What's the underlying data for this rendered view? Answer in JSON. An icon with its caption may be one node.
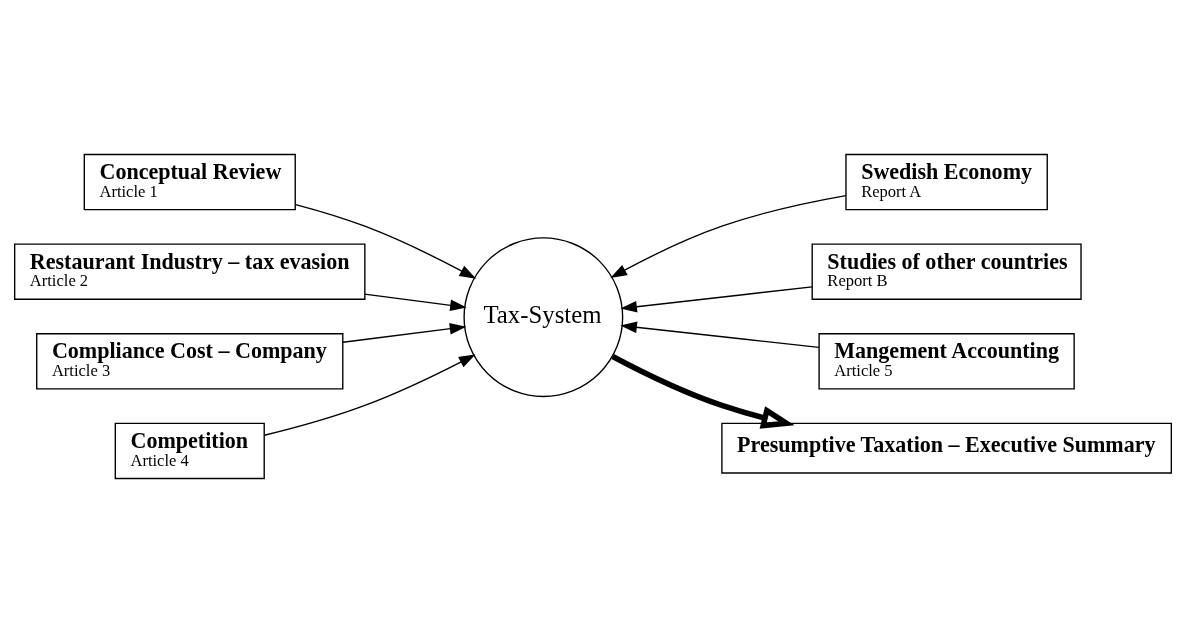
{
  "diagram": {
    "nodes": [
      {
        "text": [
          "Conceptual Review",
          "Article 1"
        ]
      },
      {
        "text": [
          "Restaurant Industry – tax evasion",
          "Article 2"
        ]
      },
      {
        "text": [
          "Compliance Cost – Company",
          "Article 3"
        ]
      },
      {
        "text": [
          "Competition",
          "Article 4"
        ]
      },
      {
        "text": [
          "Tax-System"
        ]
      },
      {
        "text": [
          "Swedish Economy",
          "Report A"
        ]
      },
      {
        "text": [
          "Studies of other countries",
          "Report B"
        ]
      },
      {
        "text": [
          "Mangement Accounting",
          "Article 5"
        ]
      },
      {
        "text": [
          "Presumptive Taxation – Executive Summary"
        ]
      }
    ],
    "edges": [
      {
        "from": 0,
        "to": 4,
        "arrow": "to"
      },
      {
        "from": 1,
        "to": 4,
        "arrow": "to"
      },
      {
        "from": 2,
        "to": 4,
        "arrow": "to"
      },
      {
        "from": 3,
        "to": 4,
        "arrow": "to"
      },
      {
        "from": 5,
        "to": 4,
        "arrow": "to"
      },
      {
        "from": 6,
        "to": 4,
        "arrow": "to"
      },
      {
        "from": 7,
        "to": 4,
        "arrow": "to"
      },
      {
        "from": 4,
        "to": 8,
        "arrow": "to",
        "style": "thick"
      }
    ]
  }
}
